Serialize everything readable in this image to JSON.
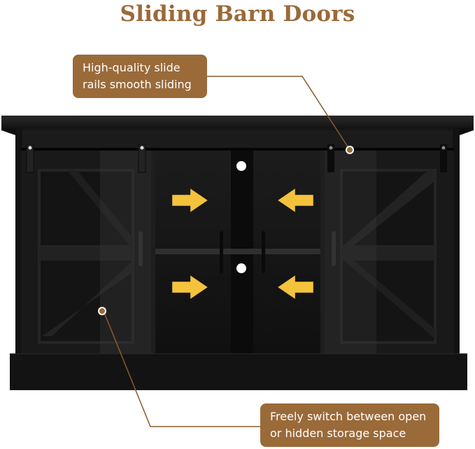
{
  "title": "Sliding Barn Doors",
  "callouts": {
    "top": {
      "lines": [
        "High-quality slide",
        "rails smooth sliding"
      ]
    },
    "bottom": {
      "lines": [
        "Freely switch between open",
        "or hidden storage space"
      ]
    }
  },
  "colors": {
    "accent_brown": "#9a6a39",
    "arrow_yellow": "#f5c33b",
    "cabinet_black": "#161616",
    "background": "#ffffff"
  },
  "icons": {
    "arrows": [
      "arrow-right-icon",
      "arrow-left-icon",
      "arrow-right-icon",
      "arrow-left-icon"
    ],
    "markers": [
      "callout-marker-rail",
      "callout-marker-door"
    ]
  }
}
